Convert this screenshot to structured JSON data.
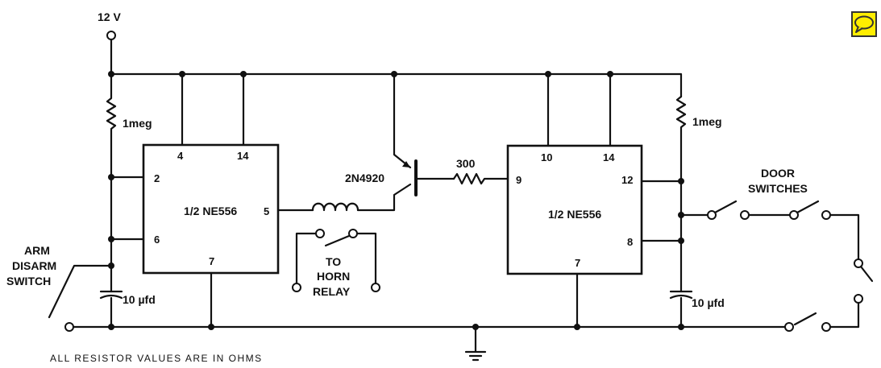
{
  "title": "",
  "supply": {
    "voltage": "12 V"
  },
  "components": {
    "r_left": "1meg",
    "r_right": "1meg",
    "r_base": "300",
    "c_left": "10 µfd",
    "c_right": "10 µfd",
    "transistor": "2N4920",
    "ic_left": "1/2 NE556",
    "ic_right": "1/2 NE556"
  },
  "pins": {
    "left": {
      "p4": "4",
      "p14": "14",
      "p2": "2",
      "p5": "5",
      "p6": "6",
      "p7": "7"
    },
    "right": {
      "p10": "10",
      "p14": "14",
      "p9": "9",
      "p12": "12",
      "p8": "8",
      "p7": "7"
    }
  },
  "labels": {
    "arm_line1": "ARM",
    "arm_line2": "DISARM",
    "arm_line3": "SWITCH",
    "door_line1": "DOOR",
    "door_line2": "SWITCHES",
    "to_line1": "TO",
    "to_line2": "HORN",
    "to_line3": "RELAY"
  },
  "note": "ALL RESISTOR VALUES ARE IN OHMS",
  "toolbar": {
    "comment_icon": "speech-bubble-icon",
    "accent": "#ffee00"
  }
}
